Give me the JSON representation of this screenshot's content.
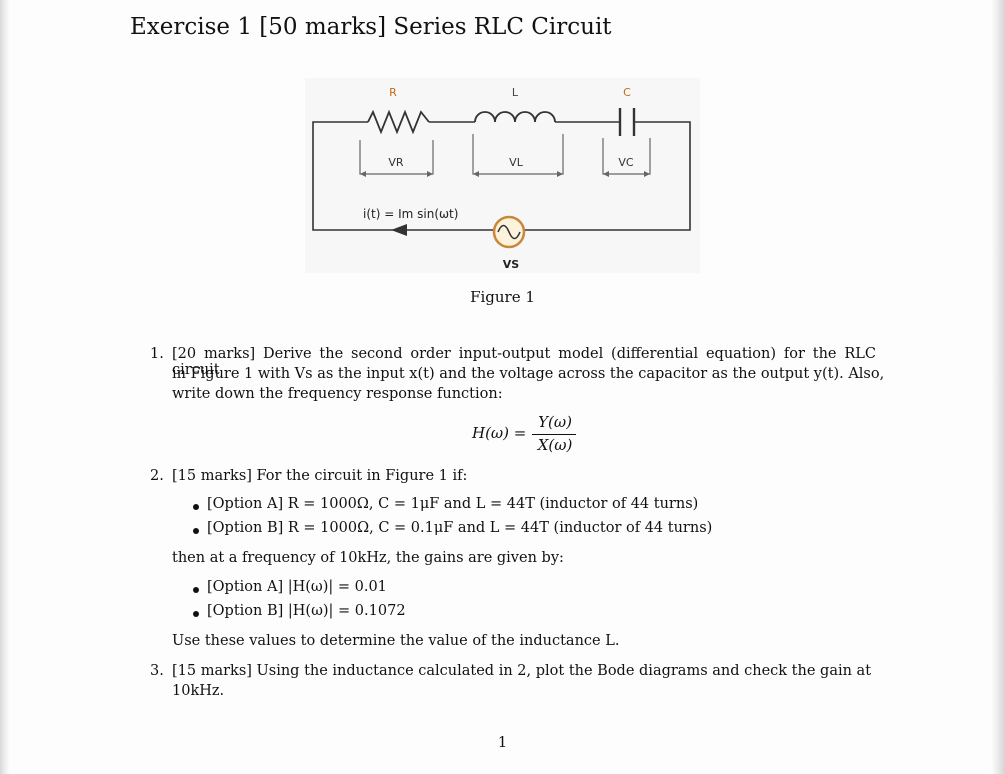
{
  "title": "Exercise 1 [50 marks] Series RLC Circuit",
  "figure": {
    "caption": "Figure 1",
    "labels": {
      "R": "R",
      "L": "L",
      "C": "C",
      "VR": "VR",
      "VL": "VL",
      "VC": "VC",
      "current": "i(t) = Im sin(ωt)",
      "VS": "VS"
    }
  },
  "q1": {
    "num": "1.",
    "line1": "[20 marks] Derive the second order input-output model (differential equation) for the RLC circuit",
    "line2": "in Figure 1 with Vs as the input x(t) and the voltage across the capacitor as the output y(t). Also,",
    "line3": "write down the frequency response function:",
    "equation": {
      "lhs": "H(ω) =",
      "numerator": "Y(ω)",
      "denominator": "X(ω)"
    }
  },
  "q2": {
    "num": "2.",
    "intro": "[15 marks] For the circuit in Figure 1 if:",
    "options": [
      "[Option A] R = 1000Ω, C = 1μF and L = 44T (inductor of 44 turns)",
      "[Option B] R = 1000Ω, C = 0.1μF and L = 44T (inductor of 44 turns)"
    ],
    "then": "then at a frequency of 10kHz, the gains are given by:",
    "gains": [
      "[Option A] |H(ω)| = 0.01",
      "[Option B] |H(ω)| = 0.1072"
    ],
    "use": "Use these values to determine the value of the inductance L."
  },
  "q3": {
    "num": "3.",
    "line1": "[15 marks] Using the inductance calculated in 2, plot the Bode diagrams and check the gain at",
    "line2": "10kHz."
  },
  "page_number": "1"
}
